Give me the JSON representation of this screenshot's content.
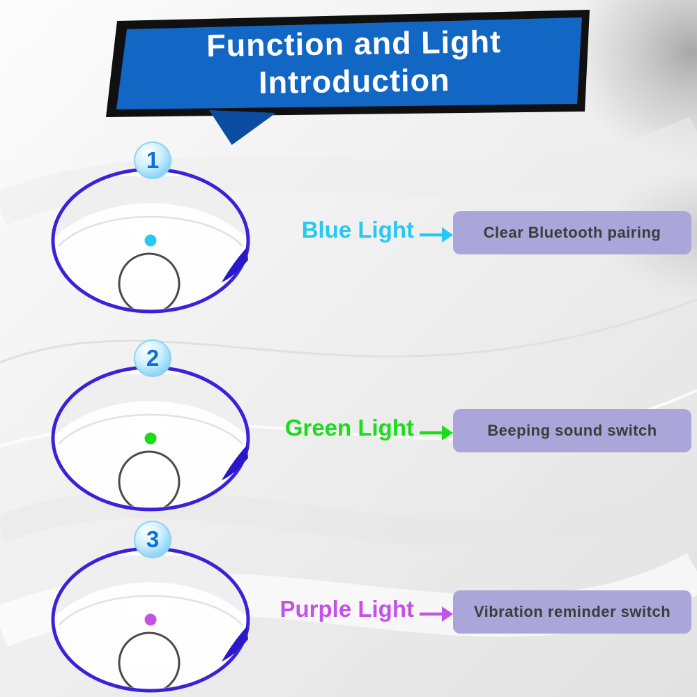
{
  "header": {
    "title_line1": "Function and Light",
    "title_line2": "Introduction"
  },
  "items": [
    {
      "number": "1",
      "light_label": "Blue Light",
      "light_color": "#25c9f2",
      "description": "Clear Bluetooth pairing"
    },
    {
      "number": "2",
      "light_label": "Green Light",
      "light_color": "#19dd19",
      "description": "Beeping sound switch"
    },
    {
      "number": "3",
      "light_label": "Purple Light",
      "light_color": "#c353e6",
      "description": "Vibration reminder switch"
    }
  ],
  "colors": {
    "banner_bg": "#1266c4",
    "banner_tail": "#0b4da0",
    "title_text": "#ffffff",
    "device_outline": "#3a23d6",
    "device_notch": "#2a17c9",
    "badge_number": "#0e6fd8",
    "box_bg": "#aba6d9",
    "box_text": "#3c3c3c"
  }
}
